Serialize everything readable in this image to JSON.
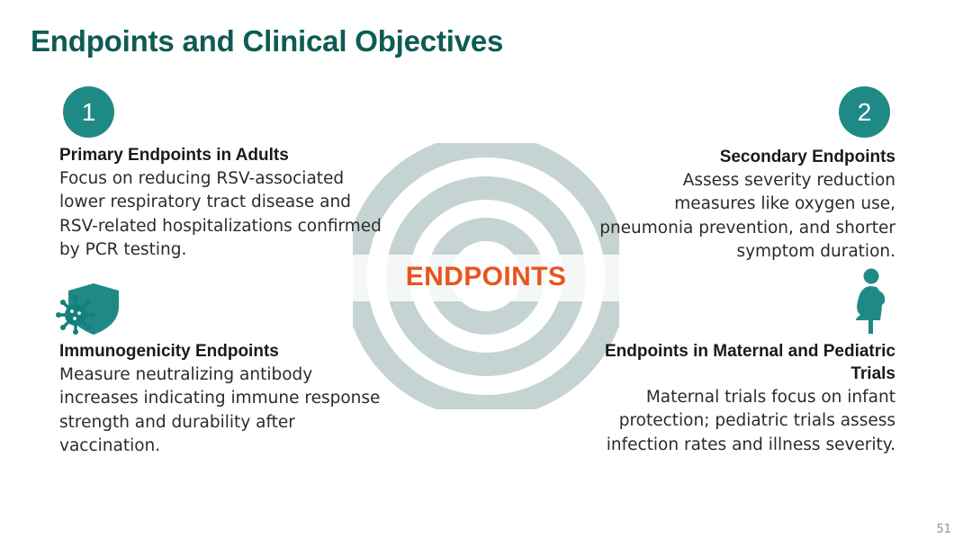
{
  "slide": {
    "title": "Endpoints and Clinical Objectives",
    "page_number": "51",
    "colors": {
      "title_teal": "#0d5c54",
      "badge_teal": "#1f8a85",
      "icon_teal": "#1f8a85",
      "accent_orange": "#e8551f",
      "target_ring": "#c5d4d2",
      "body_text": "#2b2b2b",
      "page_number": "#7e9a97"
    }
  },
  "center_graphic": {
    "icon": "bullseye-target-icon",
    "label": "ENDPOINTS"
  },
  "badges": [
    {
      "number": "1"
    },
    {
      "number": "2"
    }
  ],
  "blocks": {
    "primary": {
      "heading": "Primary Endpoints in Adults",
      "body": "Focus on reducing RSV-associated lower respiratory tract disease and RSV-related hospitalizations confirmed by PCR testing."
    },
    "secondary": {
      "heading": "Secondary Endpoints",
      "body": "Assess severity reduction measures like oxygen use, pneumonia prevention, and shorter symptom duration."
    },
    "immunogenicity": {
      "heading": "Immunogenicity Endpoints",
      "body": "Measure neutralizing antibody increases indicating immune response strength and durability after vaccination.",
      "icon": "shield-virus-icon"
    },
    "maternal": {
      "heading": "Endpoints in Maternal and Pediatric Trials",
      "body": "Maternal trials focus on infant protection; pediatric trials assess infection rates and illness severity.",
      "icon": "pregnant-woman-icon"
    }
  }
}
